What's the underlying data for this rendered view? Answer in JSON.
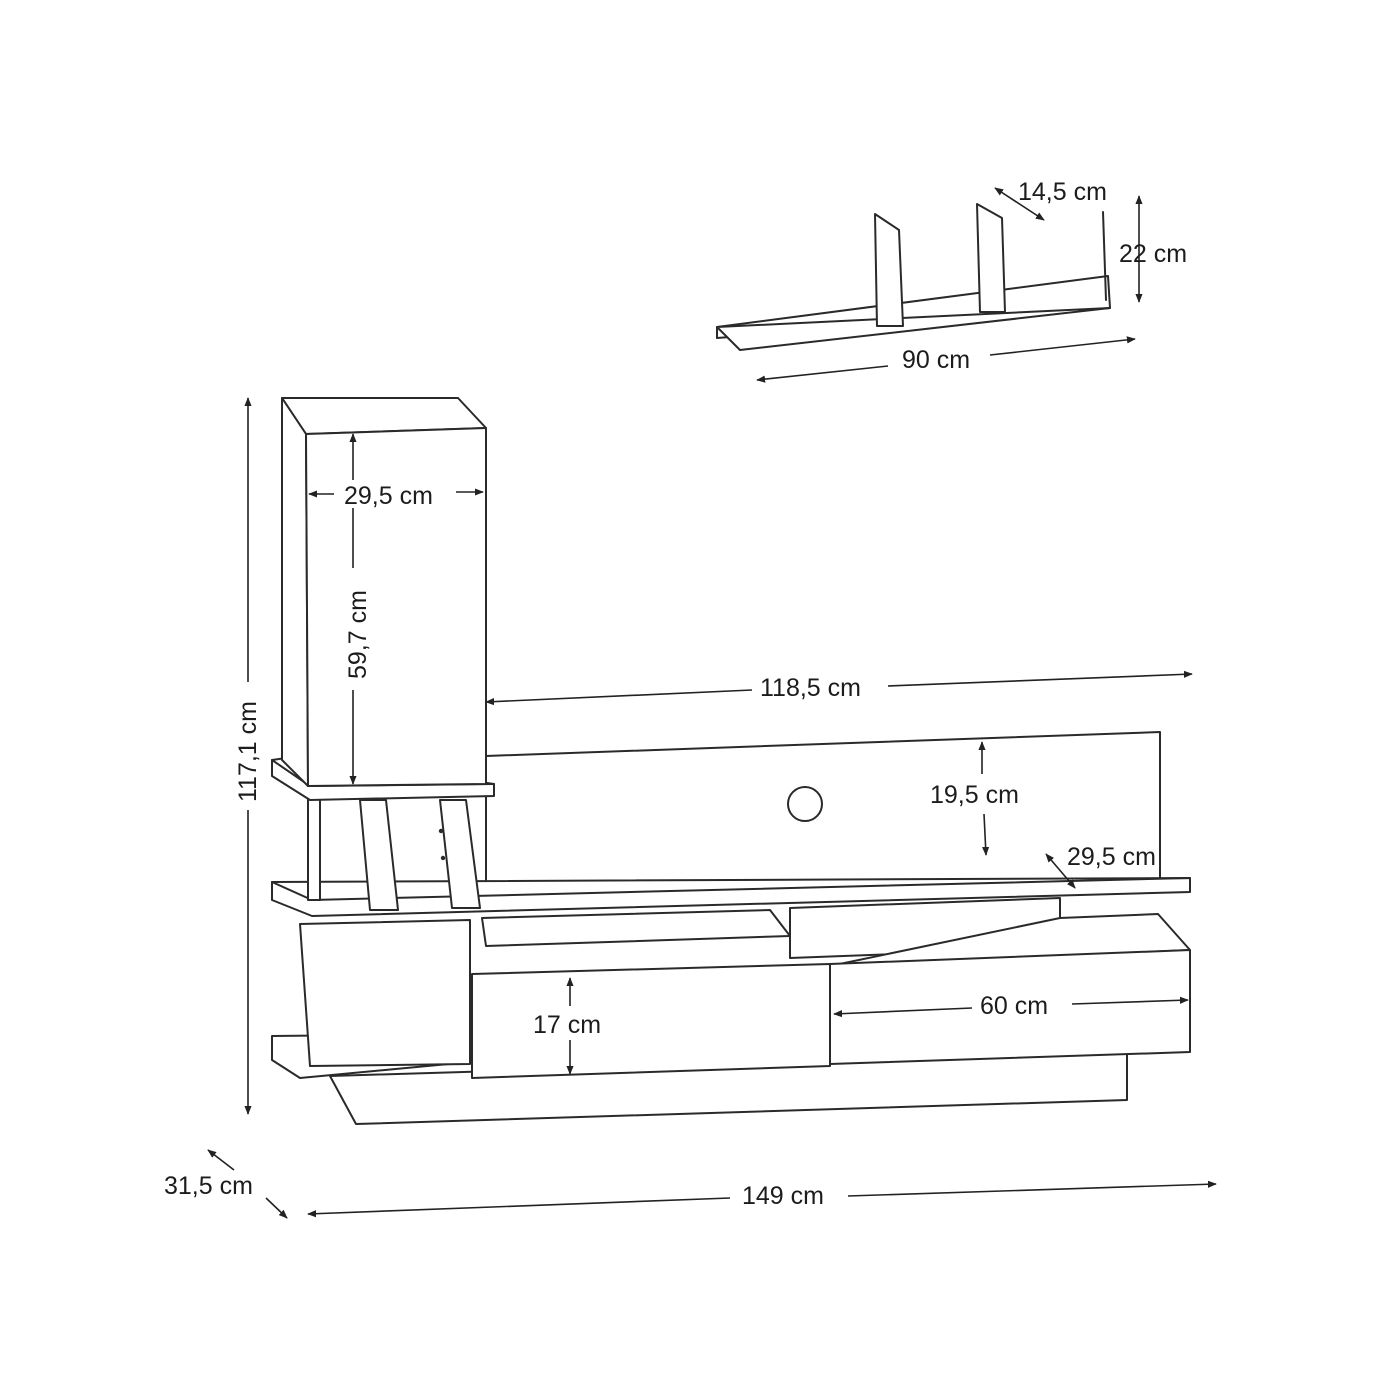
{
  "dimensions": {
    "shelf_depth": "14,5 cm",
    "shelf_height": "22 cm",
    "shelf_width": "90 cm",
    "cabinet_width": "29,5 cm",
    "cabinet_height": "59,7 cm",
    "upper_panel_width": "118,5 cm",
    "total_height": "117,1 cm",
    "upper_panel_height": "19,5 cm",
    "middle_shelf_depth": "29,5 cm",
    "drawer_height": "17 cm",
    "drawer_width": "60 cm",
    "total_depth": "31,5 cm",
    "total_width": "149 cm"
  }
}
